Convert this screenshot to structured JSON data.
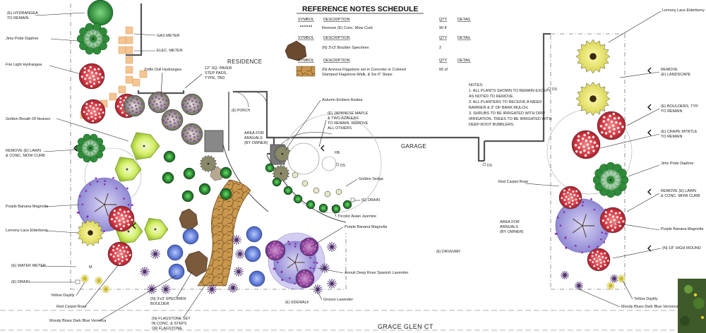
{
  "schedule": {
    "title": "REFERENCE NOTES SCHEDULE",
    "headers": {
      "symbol": "SYMBOL",
      "description": "DESCRIPTION",
      "qty": "QTY",
      "detail": "DETAIL"
    },
    "rows": [
      {
        "description": "Remove (E) Conc. Mow Curb",
        "qty": "90 lf",
        "detail": ""
      },
      {
        "description": "(N) 3'x3' Boulder Specimen",
        "qty": "2",
        "detail": ""
      },
      {
        "description": "(N) Arizona Flagstone set in Concrete or Colored",
        "description2": "Stamped Flagstone-Walk, & Six 6\" Steps",
        "qty": "65 sf",
        "detail": ""
      }
    ]
  },
  "notes": [
    "NOTES:",
    "1.  ALL PLANTS SHOWN TO REMAIN EXCEPT",
    "AS NOTED TO REMOVE.",
    "2.  ALL PLANTERS TO RECEIVE A WEED",
    "BARRIER & 3\" OF BARK MULCH.",
    "3.  SHRUBS TO BE IRRIGATED WITH DRIP",
    "IRRIGATION. TREES TO BE IRRIGATED WITH",
    "DEEP ROOT BUBBLERS."
  ],
  "building_labels": {
    "residence": "RESIDENCE",
    "garage": "GARAGE",
    "street": "GRACE GLEN CT",
    "driveway": "(E) DRIVEWAY",
    "sidewalk": "(E) SIDEWALK",
    "porch": "(E) PORCH",
    "hb": "HB",
    "ds": "DS"
  },
  "left_labels": [
    {
      "lines": [
        "(E) HYDRANGEA",
        "TO REMAIN"
      ]
    },
    {
      "lines": [
        "Jims Pride Daphne"
      ]
    },
    {
      "lines": [
        "Fire Light Hydrangea"
      ]
    },
    {
      "lines": [
        "Golden Breath Of Heaven"
      ]
    },
    {
      "lines": [
        "REMOVE (E) LAWN",
        "& CONC. MOW CURB"
      ]
    },
    {
      "lines": [
        "Purple Banana Magnolia"
      ]
    },
    {
      "lines": [
        "Lemony Lace Elderberry"
      ]
    },
    {
      "lines": [
        "(E) WATER METER"
      ]
    },
    {
      "lines": [
        "(E) DRAIN"
      ]
    },
    {
      "lines": [
        "Yellow Daylily"
      ]
    },
    {
      "lines": [
        "Red Carpet Rose"
      ]
    },
    {
      "lines": [
        "Moody Blues Dark Blue Veronica"
      ]
    }
  ],
  "center_labels": {
    "gas_meter": "GAS METER",
    "elec_meter": "ELEC. METER",
    "zinfin": "Zinfin Doll Hydrangea",
    "paver": [
      "12\" SQ. PAVER",
      "STEP PADS,",
      "TYPE, TBD"
    ],
    "area_annuals": [
      "AREA FOR",
      "ANNUALS",
      "(BY OWNER)"
    ],
    "autumn": "Autumn Embers Azalea",
    "maple": [
      "(E) JAPANESE MAPLE",
      "& TWO AZALEAS",
      "TO REMAIN. REMOVE",
      "ALL OTHERS"
    ],
    "golden_sedge": "Golden Sedge",
    "drain": "(E) DRAIN",
    "jasmine": "Tricolor Asian Jasmine",
    "magnolia": "Purple Banana Magnolia",
    "lavender_anouk": "Anouk Deep Rose Spanish Lavender",
    "grosso": "Grosso Lavender",
    "boulder": [
      "(N) 3'x3' SPECIMEN",
      "BOULDER"
    ],
    "flagstone": [
      "(N) FLAGSTONE SET",
      "IN CONC. & STEPS",
      "OR FLAGSTONE"
    ]
  },
  "right_labels": [
    {
      "lines": [
        "Lemony Lace Elderberry"
      ]
    },
    {
      "lines": [
        "REMOVE",
        "(E) LANDSCAPE"
      ]
    },
    {
      "lines": [
        "(E) BOULDERS, TYP.",
        "TO REMAIN"
      ]
    },
    {
      "lines": [
        "(E) CRAPE MYRTLE",
        "TO REMAIN"
      ]
    },
    {
      "lines": [
        "Jims Pride Daphne"
      ]
    },
    {
      "lines": [
        "Red Carpet Rose"
      ]
    },
    {
      "lines": [
        "REMOVE (E) LAWN",
        "& CONC. MOW CURB"
      ]
    },
    {
      "lines": [
        "AREA FOR",
        "ANNUALS",
        "(BY OWNER)"
      ]
    },
    {
      "lines": [
        "Purple Banana Magnolia"
      ]
    },
    {
      "lines": [
        "(N) 18\" HIGH MOUND"
      ]
    },
    {
      "lines": [
        "Yellow Daylily"
      ]
    },
    {
      "lines": [
        "Moody Blues Dark Blue Veronica"
      ]
    }
  ],
  "colors": {
    "daphne": "#2e8b3a",
    "hydrangea_red": "#c8323c",
    "breath": "#c8e85a",
    "elderberry": "#eef07a",
    "magnolia": "#a7a3e0",
    "flagstone": "#c89a50",
    "paver": "#f5c592",
    "lavender": "#7a3a9a",
    "blue_veronica": "#4a6cd0"
  }
}
